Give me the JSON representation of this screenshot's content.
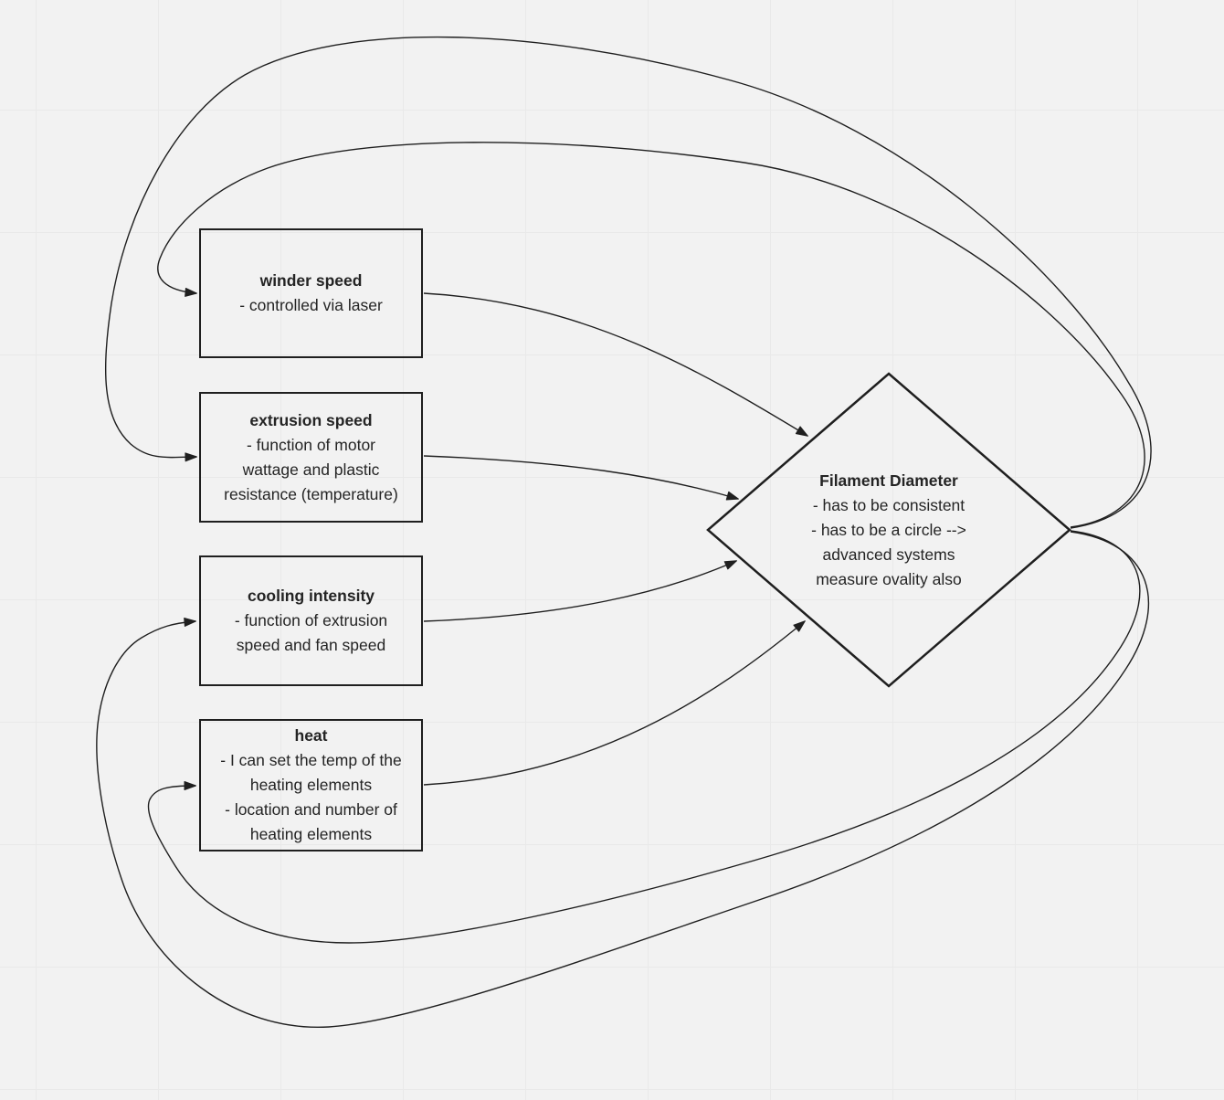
{
  "diagram": {
    "nodes": {
      "winder": {
        "title": "winder speed",
        "lines": [
          "- controlled via laser"
        ]
      },
      "extrusion": {
        "title": "extrusion speed",
        "lines": [
          "- function of motor",
          "wattage and plastic",
          "resistance (temperature)"
        ]
      },
      "cooling": {
        "title": "cooling intensity",
        "lines": [
          "- function of extrusion",
          "speed and fan speed"
        ]
      },
      "heat": {
        "title": "heat",
        "lines": [
          "- I can set the temp of the",
          "heating elements",
          "- location and number of",
          "heating elements"
        ]
      },
      "filament": {
        "title": "Filament Diameter",
        "lines": [
          "- has to be consistent",
          "- has to be a circle -->",
          "advanced systems",
          "measure ovality also"
        ]
      }
    },
    "edges": [
      {
        "from": "winder speed",
        "to": "Filament Diameter"
      },
      {
        "from": "extrusion speed",
        "to": "Filament Diameter"
      },
      {
        "from": "cooling intensity",
        "to": "Filament Diameter"
      },
      {
        "from": "heat",
        "to": "Filament Diameter"
      },
      {
        "from": "Filament Diameter",
        "to": "winder speed"
      },
      {
        "from": "Filament Diameter",
        "to": "extrusion speed"
      },
      {
        "from": "Filament Diameter",
        "to": "cooling intensity"
      },
      {
        "from": "Filament Diameter",
        "to": "heat"
      }
    ],
    "colors": {
      "background": "#f2f2f2",
      "grid": "#e9e9e9",
      "stroke": "#1f1f1f",
      "text": "#242424"
    }
  }
}
